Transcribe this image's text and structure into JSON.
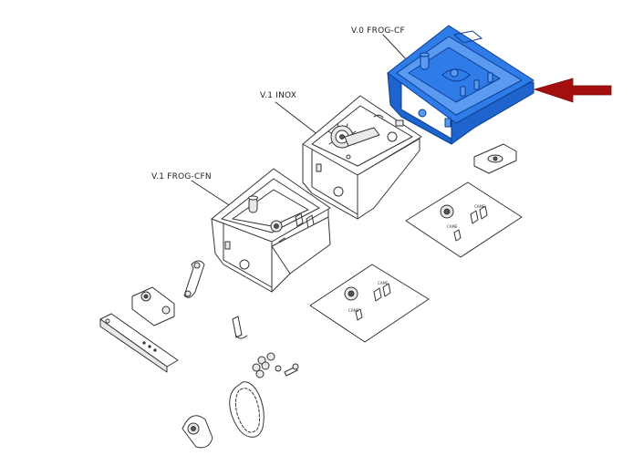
{
  "labels": {
    "v0": "V.0 FROG-CF",
    "v1_inox": "V.1 INOX",
    "v1_cfn": "V.1 FROG-CFN"
  },
  "plate_text": {
    "top": "CAME",
    "side": "CAME"
  },
  "colors": {
    "highlight": "#1f6fe0",
    "highlight_stroke": "#0b3d91",
    "arrow": "#a30f0f",
    "line": "#333333"
  }
}
